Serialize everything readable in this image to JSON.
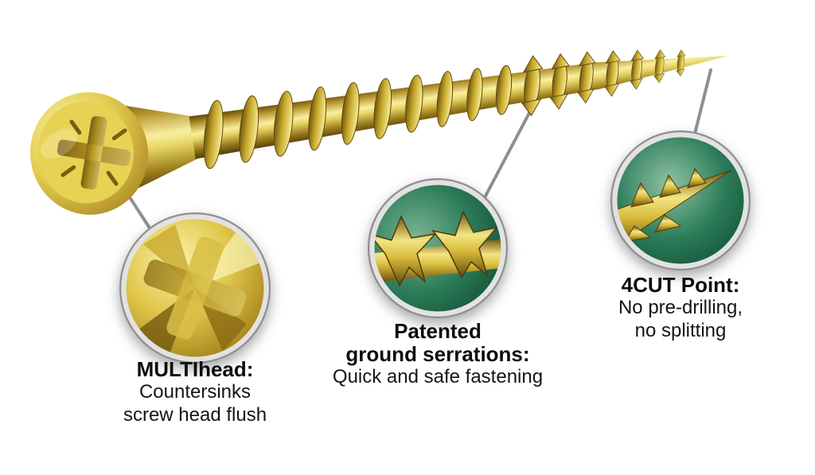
{
  "figure": {
    "background": "#ffffff"
  },
  "colors": {
    "gold": "#d8ba3a",
    "gold_light": "#f9ef9a",
    "gold_dark": "#5e470b",
    "green_inset": "#1f7050",
    "leader_line": "#8f8f8f",
    "inset_ring": "#e2e2e2",
    "text": "#111111"
  },
  "callouts": {
    "multihead": {
      "title": "MULTIhead:",
      "line1": "Countersinks",
      "line2": "screw head flush",
      "inset_icon": "screw-head-closeup"
    },
    "serrations": {
      "title_line1": "Patented",
      "title_line2": "ground serrations:",
      "line1": "Quick and safe fastening",
      "inset_icon": "serrated-thread-closeup"
    },
    "point": {
      "title": "4CUT Point:",
      "line1": "No pre-drilling,",
      "line2": "no splitting",
      "inset_icon": "screw-tip-closeup"
    }
  }
}
